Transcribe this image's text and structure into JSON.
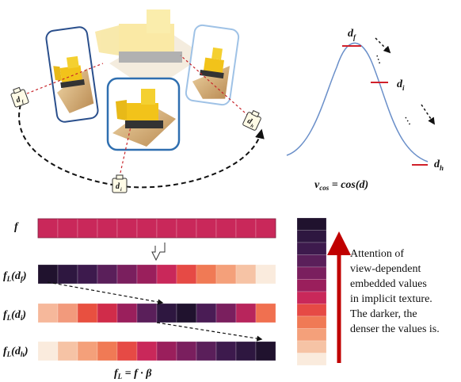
{
  "scene": {
    "camera_labels": [
      "d",
      "d",
      "d"
    ]
  },
  "curve": {
    "labels": {
      "d_f": {
        "base": "d",
        "sub": "f"
      },
      "d_i": {
        "base": "d",
        "sub": "i"
      },
      "d_h": {
        "base": "d",
        "sub": "h"
      }
    },
    "equation": {
      "lhs": "v",
      "lhs_sub": "cos",
      "rhs": " = cos(d)"
    },
    "curve_color": "#6a8fc9",
    "marker_color": "#d0202a"
  },
  "strips": {
    "f_label": "f",
    "rows": [
      {
        "prefix": "f",
        "sub": "L",
        "arg": "(d",
        "arg_sub": "f",
        "close": ")"
      },
      {
        "prefix": "f",
        "sub": "L",
        "arg": "(d",
        "arg_sub": "i",
        "close": ")"
      },
      {
        "prefix": "f",
        "sub": "L",
        "arg": "(d",
        "arg_sub": "h",
        "close": ")"
      }
    ],
    "f_color": "#c9285a",
    "row_colors": [
      [
        "#20122e",
        "#2e1740",
        "#3d1a4d",
        "#5a1f5a",
        "#7a1f5e",
        "#9a1f5c",
        "#c9285a",
        "#e64a45",
        "#f07a55",
        "#f4a07a",
        "#f6c3a5",
        "#faebdd"
      ],
      [
        "#f6b89b",
        "#f29a7c",
        "#e85040",
        "#d02c4a",
        "#9a1f5c",
        "#5a1f5a",
        "#2e1740",
        "#20122e",
        "#4a1c55",
        "#7a1f5e",
        "#b8255c",
        "#f07050"
      ],
      [
        "#faebdd",
        "#f6c3a5",
        "#f4a07a",
        "#f07a55",
        "#e64a45",
        "#c9285a",
        "#9a1f5c",
        "#7a1f5e",
        "#5a1f5a",
        "#3d1a4d",
        "#2e1740",
        "#20122e"
      ]
    ],
    "formula": {
      "lhs": "f",
      "lhs_sub": "L",
      "rhs": " = f · β"
    }
  },
  "legend": {
    "swatches": [
      "#20122e",
      "#2e1740",
      "#3d1a4d",
      "#5a1f5a",
      "#7a1f5e",
      "#9a1f5c",
      "#c9285a",
      "#e64a45",
      "#f07a55",
      "#f4a07a",
      "#f6c3a5",
      "#faebdd"
    ],
    "arrow_color": "#c00000",
    "text_lines": [
      "Attention of",
      "view-dependent",
      "embedded values",
      "in implicit texture.",
      "The darker, the",
      "denser the values is."
    ]
  }
}
